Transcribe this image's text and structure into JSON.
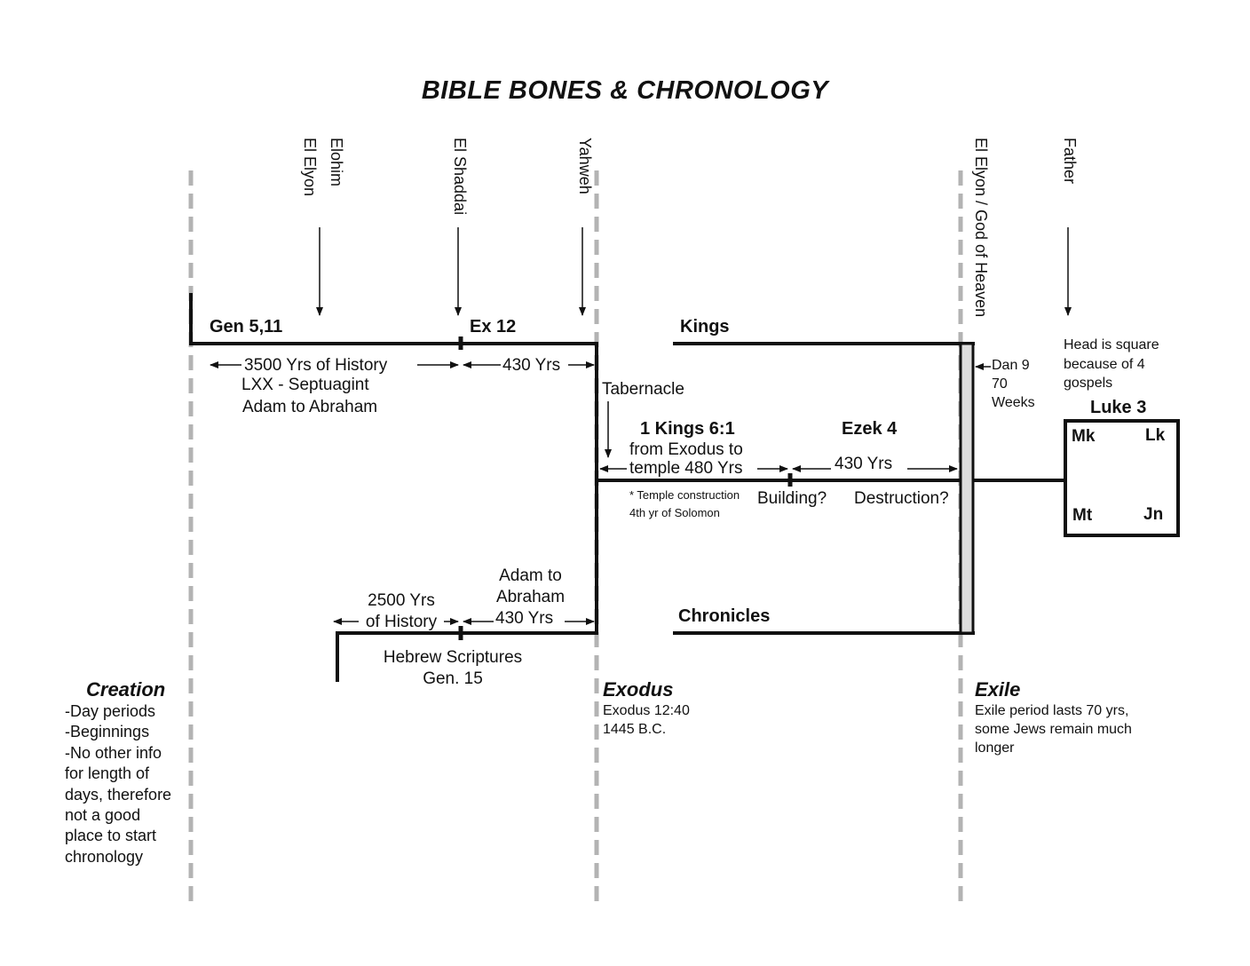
{
  "title": "BIBLE BONES & CHRONOLOGY",
  "names_of_god": {
    "elohim": "Elohim",
    "el_elyon": "El Elyon",
    "el_shaddai": "El Shaddai",
    "yahweh": "Yahweh",
    "el_elyon_god_of_heaven": "El Elyon / God of Heaven",
    "father": "Father"
  },
  "upper_line": {
    "gen": "Gen 5,11",
    "ex": "Ex 12",
    "span_history": "3500 Yrs of History",
    "lxx": "LXX - Septuagint",
    "adam_abraham": "Adam to Abraham",
    "span_430": "430 Yrs"
  },
  "middle_line": {
    "tabernacle": "Tabernacle",
    "kings_ref": "1 Kings 6:1",
    "from_exodus": "from Exodus to",
    "temple_480": "temple 480 Yrs",
    "ezek": "Ezek 4",
    "span_430": "430 Yrs",
    "note_1": "* Temple construction",
    "note_2": "4th yr of Solomon",
    "building": "Building?",
    "destruction": "Destruction?"
  },
  "lower_line": {
    "span_history": "2500 Yrs\nof History",
    "adam_abraham": "Adam to\nAbraham",
    "span_430": "430 Yrs",
    "hebrew": "Hebrew Scriptures\nGen. 15"
  },
  "kings": "Kings",
  "chronicles": "Chronicles",
  "dan": "Dan 9\n70\nWeeks",
  "head": {
    "note": "Head is square\nbecause of 4\ngospels",
    "luke": "Luke 3",
    "mk": "Mk",
    "lk": "Lk",
    "mt": "Mt",
    "jn": "Jn"
  },
  "periods": {
    "creation": {
      "label": "Creation",
      "text": "-Day periods\n-Beginnings\n-No other info\nfor length of\ndays, therefore\nnot a good\nplace to start\nchronology"
    },
    "exodus": {
      "label": "Exodus",
      "text": "Exodus 12:40\n1445 B.C."
    },
    "exile": {
      "label": "Exile",
      "text": "Exile period lasts 70 yrs,\nsome Jews remain much\nlonger"
    }
  },
  "colors": {
    "line": "#111111",
    "dash": "#b3b3b3",
    "bar_fill": "#dddddd"
  }
}
